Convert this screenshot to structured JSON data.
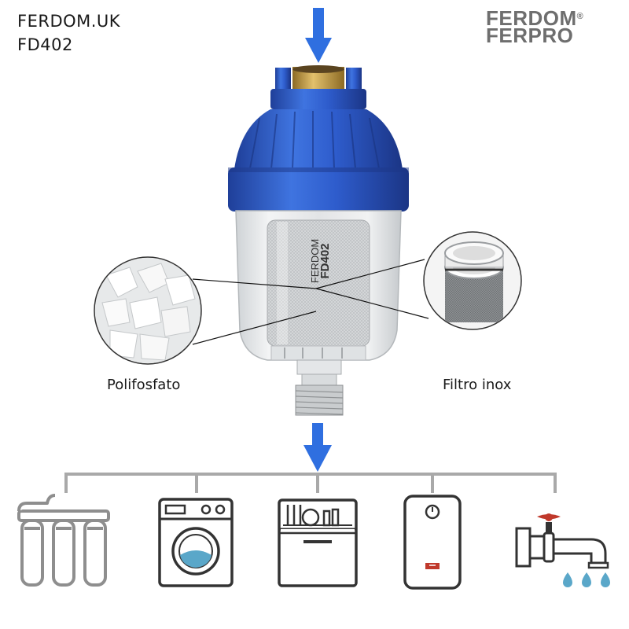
{
  "header": {
    "line1": "FERDOM.UK",
    "line2": "FD402"
  },
  "logo": {
    "line1": "FERDOM",
    "line2": "FERPRO",
    "registered_mark": "®"
  },
  "product": {
    "label_line1": "FERDOM",
    "label_line2": "FD402"
  },
  "callouts": {
    "left_label": "Polifosfato",
    "right_label": "Filtro inox"
  },
  "appliances": [
    {
      "icon": "reverse-osmosis-filter-icon"
    },
    {
      "icon": "washing-machine-icon"
    },
    {
      "icon": "dishwasher-icon"
    },
    {
      "icon": "water-heater-icon"
    },
    {
      "icon": "faucet-icon"
    }
  ],
  "colors": {
    "arrow_blue": "#2f6fe0",
    "filter_blue": "#2d5fcc",
    "brass": "#c9a24a",
    "distribution_gray": "#a9a9a9",
    "water_drop": "#5aa7c9",
    "valve_red": "#c0392b"
  }
}
